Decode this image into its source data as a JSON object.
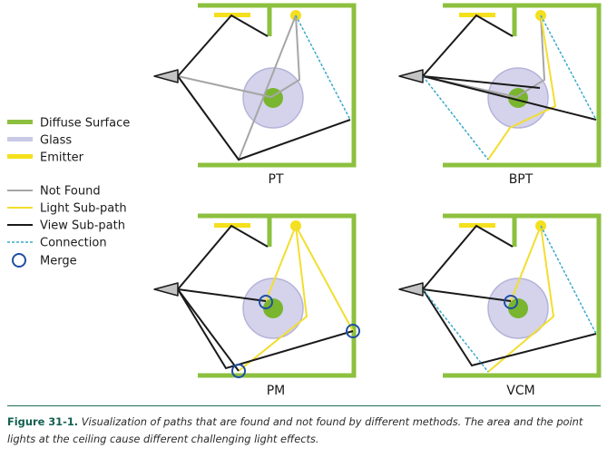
{
  "legend": {
    "items": [
      {
        "label": "Diffuse Surface",
        "kind": "bar",
        "color": "#8dc03f"
      },
      {
        "label": "Glass",
        "kind": "bar",
        "color": "#c9c8e6"
      },
      {
        "label": "Emitter",
        "kind": "bar",
        "color": "#f4e01d"
      },
      {
        "label": "Not Found",
        "kind": "line",
        "color": "#a6a6a6"
      },
      {
        "label": "Light Sub-path",
        "kind": "line",
        "color": "#f2de2f"
      },
      {
        "label": "View Sub-path",
        "kind": "line",
        "color": "#1a1a1a"
      },
      {
        "label": "Connection",
        "kind": "dashed",
        "color": "#3aa9cc"
      },
      {
        "label": "Merge",
        "kind": "circle",
        "color": "#1f4fa0"
      }
    ]
  },
  "panels": [
    {
      "label": "PT"
    },
    {
      "label": "BPT"
    },
    {
      "label": "PM"
    },
    {
      "label": "VCM"
    }
  ],
  "caption": {
    "label": "Figure 31-1.",
    "text": "Visualization of paths that are found and not found by different methods. The area and the point lights at the ceiling cause different challenging light effects."
  },
  "colors": {
    "diffuse": "#8dc03f",
    "glass": "#c9c8e6",
    "glass_stroke": "#b5b3d9",
    "core": "#79b52e",
    "emitter": "#f4e01d",
    "not_found": "#a6a6a6",
    "light_path": "#f2de2f",
    "view_path": "#1a1a1a",
    "connection": "#3aa9cc",
    "merge": "#1f4fa0",
    "caption_rule": "#1f6f5a"
  }
}
